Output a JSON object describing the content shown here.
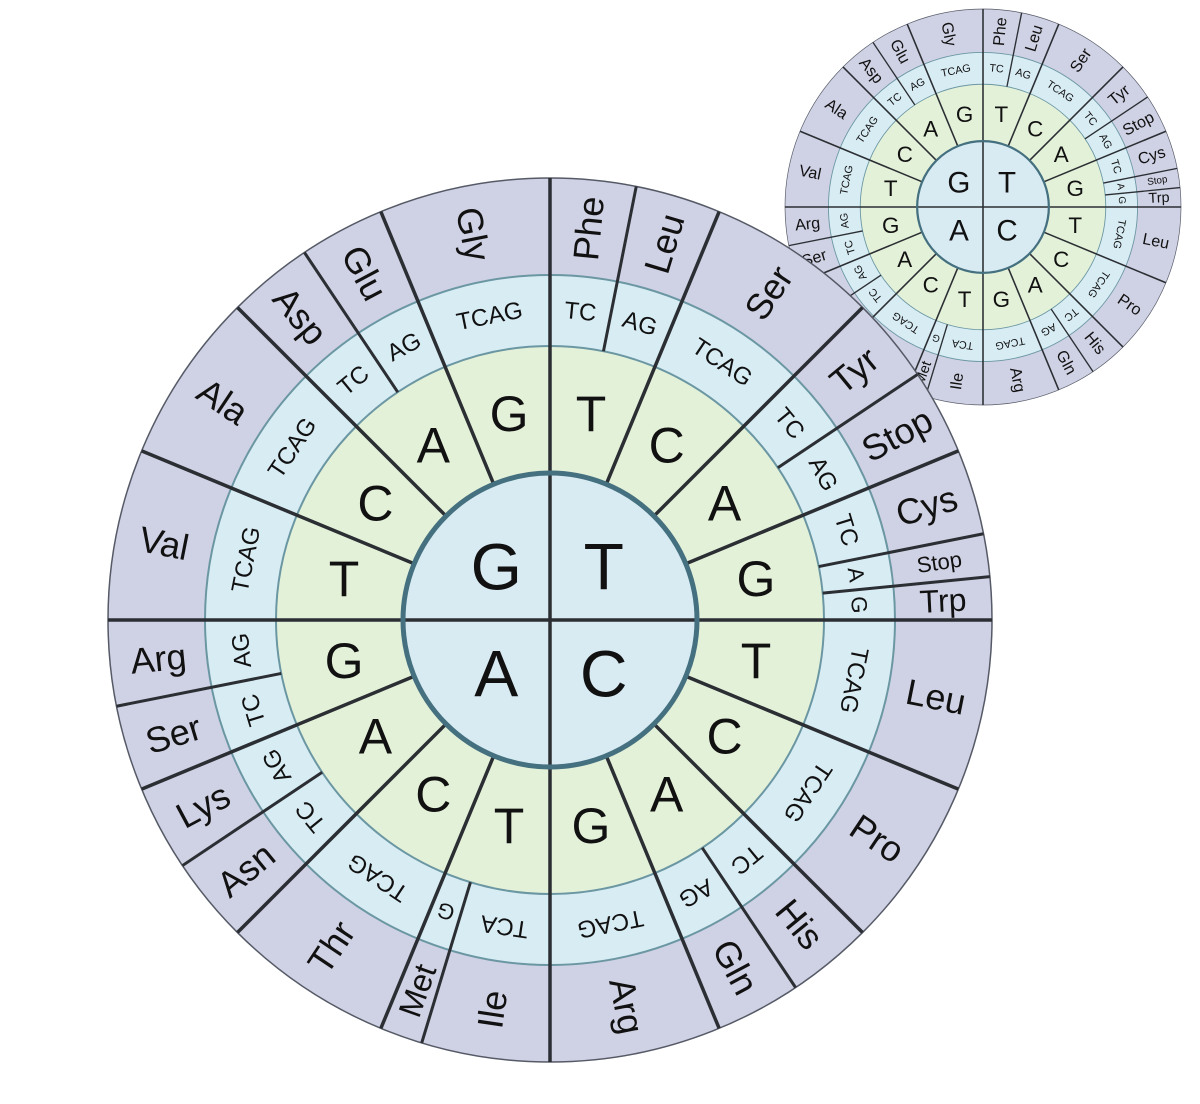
{
  "colors": {
    "outer_ring": "#cfd1e4",
    "third_ring": "#d8ecf4",
    "second_ring": "#e4f1d9",
    "center": "#d8ebf3",
    "divider": "#2b2f33",
    "ring_edge": "#6b97a3",
    "center_edge": "#44707f"
  },
  "wheel": [
    {
      "first": "T",
      "second": [
        {
          "base": "T",
          "segments": [
            {
              "third": "TC",
              "aa": "Phe"
            },
            {
              "third": "AG",
              "aa": "Leu"
            }
          ]
        },
        {
          "base": "C",
          "segments": [
            {
              "third": "TCAG",
              "aa": "Ser"
            }
          ]
        },
        {
          "base": "A",
          "segments": [
            {
              "third": "TC",
              "aa": "Tyr"
            },
            {
              "third": "AG",
              "aa": "Stop"
            }
          ]
        },
        {
          "base": "G",
          "segments": [
            {
              "third": "TC",
              "aa": "Cys"
            },
            {
              "third": "A",
              "aa": "Stop"
            },
            {
              "third": "G",
              "aa": "Trp"
            }
          ]
        }
      ]
    },
    {
      "first": "C",
      "second": [
        {
          "base": "T",
          "segments": [
            {
              "third": "TCAG",
              "aa": "Leu"
            }
          ]
        },
        {
          "base": "C",
          "segments": [
            {
              "third": "TCAG",
              "aa": "Pro"
            }
          ]
        },
        {
          "base": "A",
          "segments": [
            {
              "third": "TC",
              "aa": "His"
            },
            {
              "third": "AG",
              "aa": "Gln"
            }
          ]
        },
        {
          "base": "G",
          "segments": [
            {
              "third": "TCAG",
              "aa": "Arg"
            }
          ]
        }
      ]
    },
    {
      "first": "A",
      "second": [
        {
          "base": "T",
          "segments": [
            {
              "third": "TCA",
              "aa": "Ile"
            },
            {
              "third": "G",
              "aa": "Met"
            }
          ]
        },
        {
          "base": "C",
          "segments": [
            {
              "third": "TCAG",
              "aa": "Thr"
            }
          ]
        },
        {
          "base": "A",
          "segments": [
            {
              "third": "TC",
              "aa": "Asn"
            },
            {
              "third": "AG",
              "aa": "Lys"
            }
          ]
        },
        {
          "base": "G",
          "segments": [
            {
              "third": "TC",
              "aa": "Ser"
            },
            {
              "third": "AG",
              "aa": "Arg"
            }
          ]
        }
      ]
    },
    {
      "first": "G",
      "second": [
        {
          "base": "T",
          "segments": [
            {
              "third": "TCAG",
              "aa": "Val"
            }
          ]
        },
        {
          "base": "C",
          "segments": [
            {
              "third": "TCAG",
              "aa": "Ala"
            }
          ]
        },
        {
          "base": "A",
          "segments": [
            {
              "third": "TC",
              "aa": "Asp"
            },
            {
              "third": "AG",
              "aa": "Glu"
            }
          ]
        },
        {
          "base": "G",
          "segments": [
            {
              "third": "TCAG",
              "aa": "Gly"
            }
          ]
        }
      ]
    }
  ]
}
